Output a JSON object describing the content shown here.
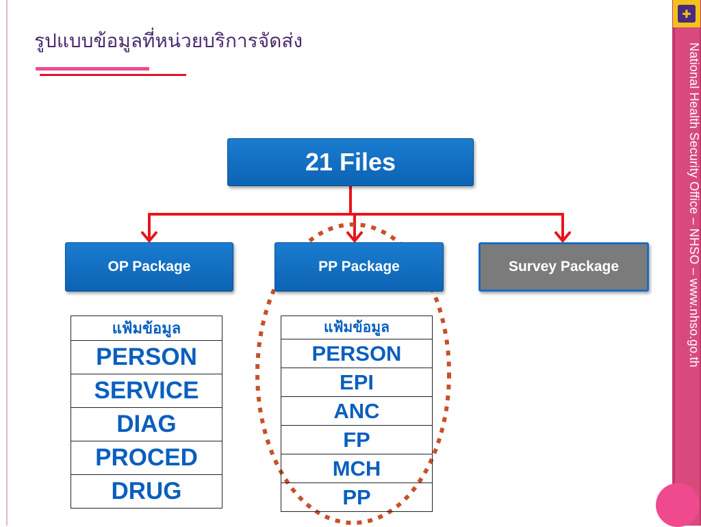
{
  "slide": {
    "title": "รูปแบบข้อมูลที่หน่วยบริการจัดส่ง",
    "sidebar_text": "National Health Security Office – NHSO – www.nhso.go.th"
  },
  "diagram": {
    "root": "21 Files",
    "packages": [
      {
        "label": "OP Package"
      },
      {
        "label": "PP Package"
      },
      {
        "label": "Survey Package"
      }
    ]
  },
  "op_table": {
    "header": "แฟ้มข้อมูล",
    "rows": [
      "PERSON",
      "SERVICE",
      "DIAG",
      "PROCED",
      "DRUG"
    ]
  },
  "pp_table": {
    "header": "แฟ้มข้อมูล",
    "rows": [
      "PERSON",
      "EPI",
      "ANC",
      "FP",
      "MCH",
      "PP"
    ]
  },
  "colors": {
    "box_blue": "#0d63b4",
    "survey_gray": "#7b7b7b",
    "connector_red": "#e8141c",
    "highlight_ellipse": "#c8502a",
    "table_text": "#0a5fbf",
    "sidebar": "#d84a7c"
  },
  "icons": {
    "logo": "nhso-logo-icon"
  }
}
